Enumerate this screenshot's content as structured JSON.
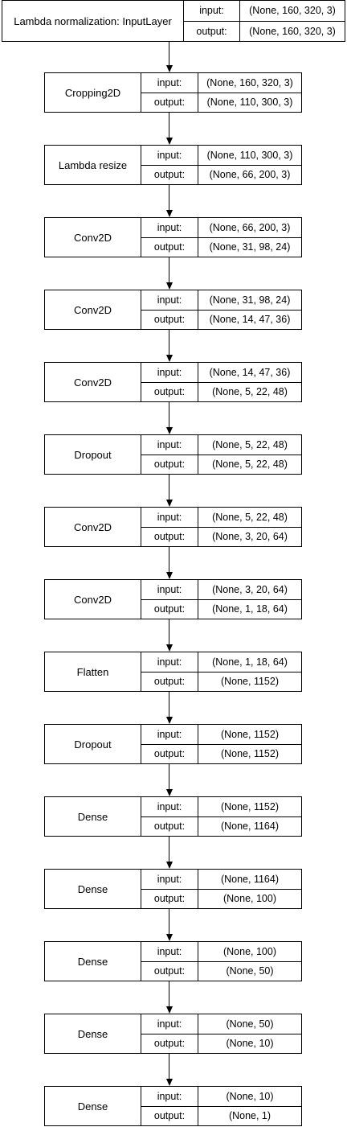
{
  "layers": [
    {
      "name": "Lambda normalization: InputLayer",
      "input_label": "input:",
      "input_value": "(None, 160, 320, 3)",
      "output_label": "output:",
      "output_value": "(None, 160, 320, 3)"
    },
    {
      "name": "Cropping2D",
      "input_label": "input:",
      "input_value": "(None, 160, 320, 3)",
      "output_label": "output:",
      "output_value": "(None, 110, 300, 3)"
    },
    {
      "name": "Lambda resize",
      "input_label": "input:",
      "input_value": "(None, 110, 300, 3)",
      "output_label": "output:",
      "output_value": "(None, 66, 200, 3)"
    },
    {
      "name": "Conv2D",
      "input_label": "input:",
      "input_value": "(None, 66, 200, 3)",
      "output_label": "output:",
      "output_value": "(None, 31, 98, 24)"
    },
    {
      "name": "Conv2D",
      "input_label": "input:",
      "input_value": "(None, 31, 98, 24)",
      "output_label": "output:",
      "output_value": "(None, 14, 47, 36)"
    },
    {
      "name": "Conv2D",
      "input_label": "input:",
      "input_value": "(None, 14, 47, 36)",
      "output_label": "output:",
      "output_value": "(None, 5, 22, 48)"
    },
    {
      "name": "Dropout",
      "input_label": "input:",
      "input_value": "(None, 5, 22, 48)",
      "output_label": "output:",
      "output_value": "(None, 5, 22, 48)"
    },
    {
      "name": "Conv2D",
      "input_label": "input:",
      "input_value": "(None, 5, 22, 48)",
      "output_label": "output:",
      "output_value": "(None, 3, 20, 64)"
    },
    {
      "name": "Conv2D",
      "input_label": "input:",
      "input_value": "(None, 3, 20, 64)",
      "output_label": "output:",
      "output_value": "(None, 1, 18, 64)"
    },
    {
      "name": "Flatten",
      "input_label": "input:",
      "input_value": "(None, 1, 18, 64)",
      "output_label": "output:",
      "output_value": "(None, 1152)"
    },
    {
      "name": "Dropout",
      "input_label": "input:",
      "input_value": "(None, 1152)",
      "output_label": "output:",
      "output_value": "(None, 1152)"
    },
    {
      "name": "Dense",
      "input_label": "input:",
      "input_value": "(None, 1152)",
      "output_label": "output:",
      "output_value": "(None, 1164)"
    },
    {
      "name": "Dense",
      "input_label": "input:",
      "input_value": "(None, 1164)",
      "output_label": "output:",
      "output_value": "(None, 100)"
    },
    {
      "name": "Dense",
      "input_label": "input:",
      "input_value": "(None, 100)",
      "output_label": "output:",
      "output_value": "(None, 50)"
    },
    {
      "name": "Dense",
      "input_label": "input:",
      "input_value": "(None, 50)",
      "output_label": "output:",
      "output_value": "(None, 10)"
    },
    {
      "name": "Dense",
      "input_label": "input:",
      "input_value": "(None, 10)",
      "output_label": "output:",
      "output_value": "(None, 1)"
    }
  ]
}
